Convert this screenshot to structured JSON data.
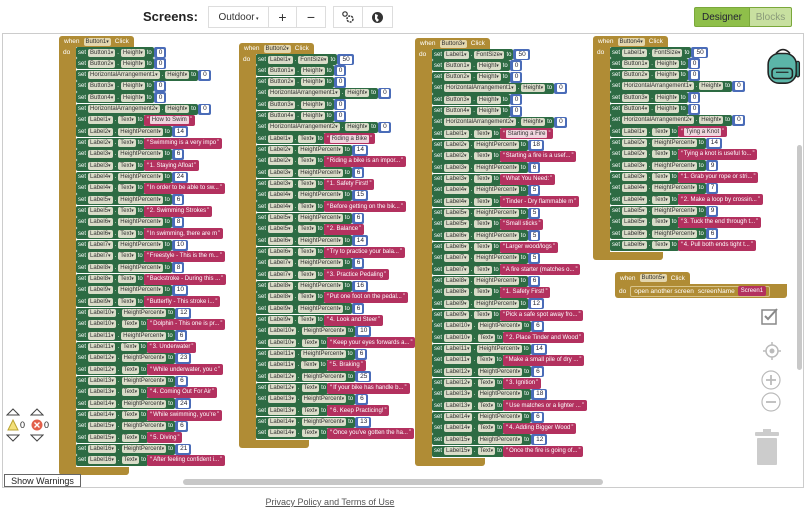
{
  "toolbar": {
    "screens_label": "Screens:",
    "screen_select": "Outdoor",
    "add_screen": "+",
    "remove_screen": "−",
    "designer_label": "Designer",
    "blocks_label": "Blocks"
  },
  "colors": {
    "event": "#b08c35",
    "set_block": "#2d6b43",
    "number_block": "#4a6cb8",
    "text_block": "#b3315f",
    "designer_active": "#8fbf4a"
  },
  "labels": {
    "when": "when",
    "do": "do",
    "set": "set",
    "to": "to",
    "click": "Click"
  },
  "events": [
    {
      "component": "Button1",
      "statements": [
        [
          "Button1",
          "Height",
          0
        ],
        [
          "Button2",
          "Height",
          0
        ],
        [
          "HorizontalArrangement1",
          "Height",
          0
        ],
        [
          "Button3",
          "Height",
          0
        ],
        [
          "Button4",
          "Height",
          0
        ],
        [
          "HorizontalArrangement2",
          "Height",
          0
        ],
        [
          "Label1",
          "Text",
          "How to Swim"
        ],
        [
          "Label2",
          "HeightPercent",
          14
        ],
        [
          "Label2",
          "Text",
          "Swimming is a very impo"
        ],
        [
          "Label3",
          "HeightPercent",
          6
        ],
        [
          "Label3",
          "Text",
          "1. Staying Afloat"
        ],
        [
          "Label4",
          "HeightPercent",
          24
        ],
        [
          "Label4",
          "Text",
          "In order to be able to sw..."
        ],
        [
          "Label5",
          "HeightPercent",
          6
        ],
        [
          "Label5",
          "Text",
          "2. Swimming Strokes"
        ],
        [
          "Label6",
          "HeightPercent",
          8
        ],
        [
          "Label6",
          "Text",
          "In swimming, there are m"
        ],
        [
          "Label7",
          "HeightPercent",
          10
        ],
        [
          "Label7",
          "Text",
          "Freestyle - This is the m..."
        ],
        [
          "Label8",
          "HeightPercent",
          8
        ],
        [
          "Label8",
          "Text",
          "Backstroke - During this ..."
        ],
        [
          "Label9",
          "HeightPercent",
          10
        ],
        [
          "Label9",
          "Text",
          "Butterfly - This stroke i..."
        ],
        [
          "Label10",
          "HeightPercent",
          12
        ],
        [
          "Label10",
          "Text",
          "Dolphin - This one is pr..."
        ],
        [
          "Label11",
          "HeightPercent",
          6
        ],
        [
          "Label11",
          "Text",
          "3. Underwater"
        ],
        [
          "Label12",
          "HeightPercent",
          23
        ],
        [
          "Label12",
          "Text",
          "While underwater, you c"
        ],
        [
          "Label13",
          "HeightPercent",
          6
        ],
        [
          "Label13",
          "Text",
          "4. Coming Out For Air"
        ],
        [
          "Label14",
          "HeightPercent",
          24
        ],
        [
          "Label14",
          "Text",
          "While swimming, you're"
        ],
        [
          "Label15",
          "HeightPercent",
          6
        ],
        [
          "Label15",
          "Text",
          "5. Diving"
        ],
        [
          "Label16",
          "HeightPercent",
          21
        ],
        [
          "Label16",
          "Text",
          "After feeling confident i..."
        ]
      ]
    },
    {
      "component": "Button2",
      "statements": [
        [
          "Label1",
          "FontSize",
          50
        ],
        [
          "Button1",
          "Height",
          0
        ],
        [
          "Button2",
          "Height",
          0
        ],
        [
          "HorizontalArrangement1",
          "Height",
          0
        ],
        [
          "Button3",
          "Height",
          0
        ],
        [
          "Button4",
          "Height",
          0
        ],
        [
          "HorizontalArrangement2",
          "Height",
          0
        ],
        [
          "Label1",
          "Text",
          "Riding a Bike"
        ],
        [
          "Label2",
          "HeightPercent",
          14
        ],
        [
          "Label2",
          "Text",
          "Riding a bike is an impor..."
        ],
        [
          "Label3",
          "HeightPercent",
          6
        ],
        [
          "Label3",
          "Text",
          "1. Safety First!"
        ],
        [
          "Label4",
          "HeightPercent",
          15
        ],
        [
          "Label4",
          "Text",
          "Before getting on the bik..."
        ],
        [
          "Label5",
          "HeightPercent",
          6
        ],
        [
          "Label5",
          "Text",
          "2. Balance"
        ],
        [
          "Label6",
          "HeightPercent",
          14
        ],
        [
          "Label6",
          "Text",
          "Try to practice your bala..."
        ],
        [
          "Label7",
          "HeightPercent",
          6
        ],
        [
          "Label7",
          "Text",
          "3. Practice Pedaling"
        ],
        [
          "Label8",
          "HeightPercent",
          16
        ],
        [
          "Label8",
          "Text",
          "Put one foot on the pedal..."
        ],
        [
          "Label9",
          "HeightPercent",
          6
        ],
        [
          "Label9",
          "Text",
          "4. Look and Steer"
        ],
        [
          "Label10",
          "HeightPercent",
          10
        ],
        [
          "Label10",
          "Text",
          "Keep your eyes forwards a..."
        ],
        [
          "Label11",
          "HeightPercent",
          6
        ],
        [
          "Label11",
          "Text",
          "5. Braking"
        ],
        [
          "Label12",
          "HeightPercent",
          25
        ],
        [
          "Label12",
          "Text",
          "If your bike has handle b..."
        ],
        [
          "Label13",
          "HeightPercent",
          6
        ],
        [
          "Label13",
          "Text",
          "6. Keep Practicing!"
        ],
        [
          "Label14",
          "HeightPercent",
          13
        ],
        [
          "Label14",
          "Text",
          "Once you've gotten the ha..."
        ]
      ]
    },
    {
      "component": "Button3",
      "statements": [
        [
          "Label1",
          "FontSize",
          50
        ],
        [
          "Button1",
          "Height",
          0
        ],
        [
          "Button2",
          "Height",
          0
        ],
        [
          "HorizontalArrangement1",
          "Height",
          0
        ],
        [
          "Button3",
          "Height",
          0
        ],
        [
          "Button4",
          "Height",
          0
        ],
        [
          "HorizontalArrangement2",
          "Height",
          0
        ],
        [
          "Label1",
          "Text",
          "Starting a Fire"
        ],
        [
          "Label2",
          "HeightPercent",
          18
        ],
        [
          "Label2",
          "Text",
          "Starting a fire is a usef..."
        ],
        [
          "Label3",
          "HeightPercent",
          6
        ],
        [
          "Label3",
          "Text",
          "What You Need:"
        ],
        [
          "Label4",
          "HeightPercent",
          5
        ],
        [
          "Label4",
          "Text",
          "Tinder - Dry flammable m"
        ],
        [
          "Label5",
          "HeightPercent",
          5
        ],
        [
          "Label5",
          "Text",
          "Small sticks"
        ],
        [
          "Label6",
          "HeightPercent",
          5
        ],
        [
          "Label6",
          "Text",
          "Larger wood/logs"
        ],
        [
          "Label7",
          "HeightPercent",
          5
        ],
        [
          "Label7",
          "Text",
          "A fire starter (matches o..."
        ],
        [
          "Label8",
          "HeightPercent",
          6
        ],
        [
          "Label8",
          "Text",
          "1. Safety First!"
        ],
        [
          "Label9",
          "HeightPercent",
          12
        ],
        [
          "Label9",
          "Text",
          "Pick a safe spot away fro..."
        ],
        [
          "Label10",
          "HeightPercent",
          6
        ],
        [
          "Label10",
          "Text",
          "2. Place Tinder and Wood"
        ],
        [
          "Label11",
          "HeightPercent",
          14
        ],
        [
          "Label11",
          "Text",
          "Make a small pile of dry ..."
        ],
        [
          "Label12",
          "HeightPercent",
          6
        ],
        [
          "Label12",
          "Text",
          "3. Ignition"
        ],
        [
          "Label13",
          "HeightPercent",
          18
        ],
        [
          "Label13",
          "Text",
          "Use matches or a lighter ..."
        ],
        [
          "Label14",
          "HeightPercent",
          6
        ],
        [
          "Label14",
          "Text",
          "4. Adding Bigger Wood"
        ],
        [
          "Label15",
          "HeightPercent",
          12
        ],
        [
          "Label15",
          "Text",
          "Once the fire is going of..."
        ]
      ]
    },
    {
      "component": "Button4",
      "statements": [
        [
          "Label1",
          "FontSize",
          50
        ],
        [
          "Button1",
          "Height",
          0
        ],
        [
          "Button2",
          "Height",
          0
        ],
        [
          "HorizontalArrangement1",
          "Height",
          0
        ],
        [
          "Button3",
          "Height",
          0
        ],
        [
          "Button4",
          "Height",
          0
        ],
        [
          "HorizontalArrangement2",
          "Height",
          0
        ],
        [
          "Label1",
          "Text",
          "Tying a Knot"
        ],
        [
          "Label2",
          "HeightPercent",
          14
        ],
        [
          "Label2",
          "Text",
          "Tying a knot is useful fo..."
        ],
        [
          "Label3",
          "HeightPercent",
          9
        ],
        [
          "Label3",
          "Text",
          "1. Grab your rope or stri..."
        ],
        [
          "Label4",
          "HeightPercent",
          7
        ],
        [
          "Label4",
          "Text",
          "2. Make a loop by crossin..."
        ],
        [
          "Label5",
          "HeightPercent",
          9
        ],
        [
          "Label5",
          "Text",
          "3. Tuck the end through t..."
        ],
        [
          "Label6",
          "HeightPercent",
          6
        ],
        [
          "Label6",
          "Text",
          "4. Pull both ends tight t..."
        ]
      ]
    }
  ],
  "button5_event": {
    "component": "Button5",
    "action": "open another screen",
    "param": "screenName",
    "value": "Screen1"
  },
  "workspace": {
    "warning_count": "0",
    "error_count": "0",
    "show_warnings_label": "Show Warnings",
    "icons": [
      "backpack-icon",
      "checkbox-icon",
      "target-icon",
      "zoom-in-icon",
      "zoom-out-icon",
      "trash-icon"
    ]
  },
  "footer": {
    "privacy_link": "Privacy Policy and Terms of Use"
  }
}
